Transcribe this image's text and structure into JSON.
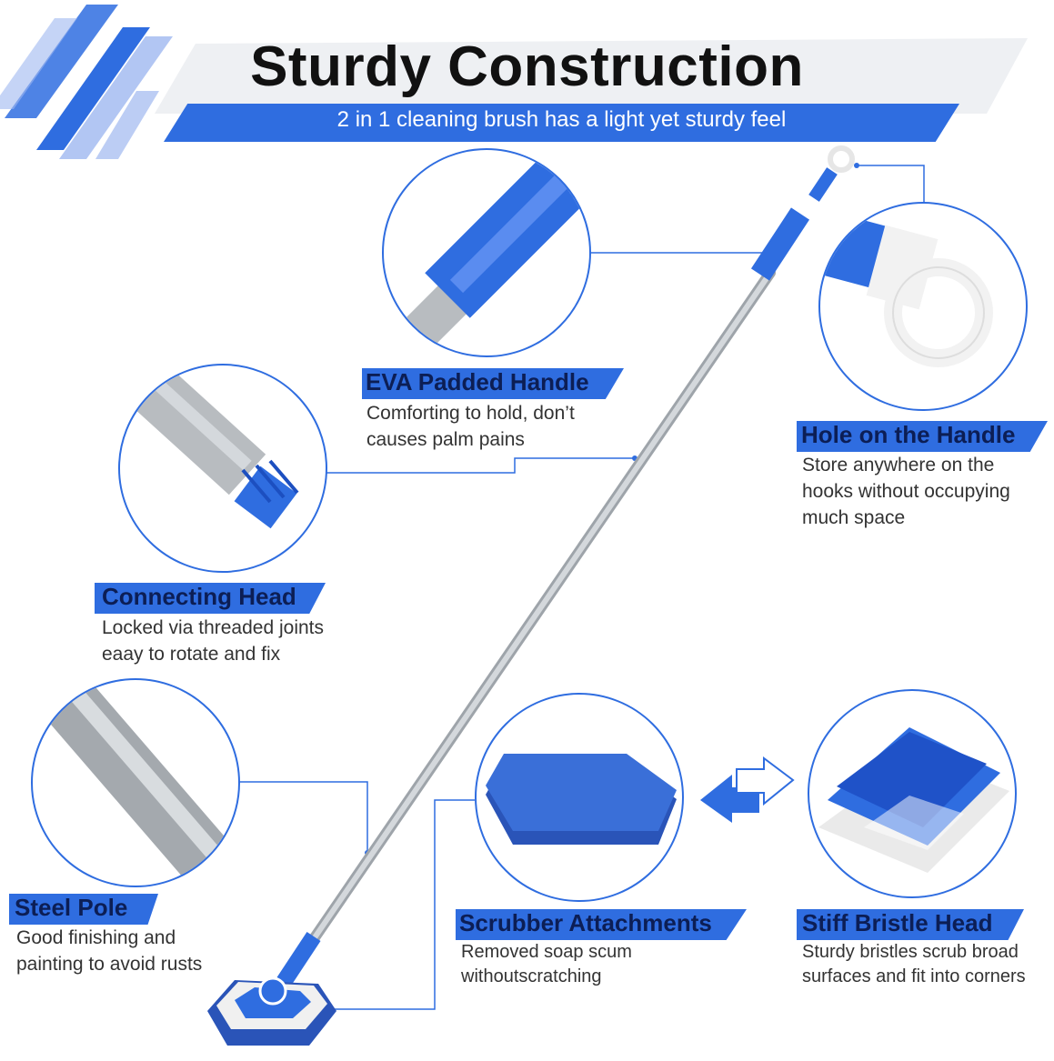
{
  "header": {
    "title": "Sturdy Construction",
    "subtitle": "2 in 1 cleaning brush has a light yet sturdy feel"
  },
  "features": {
    "eva_handle": {
      "label": "EVA Padded Handle",
      "desc_1": "Comforting to hold, don’t",
      "desc_2": "causes palm pains"
    },
    "hole_handle": {
      "label": "Hole on the Handle",
      "desc_1": "Store anywhere on the",
      "desc_2": "hooks without occupying",
      "desc_3": "much space"
    },
    "connecting_head": {
      "label": "Connecting Head",
      "desc_1": "Locked via threaded joints",
      "desc_2": "eaay to rotate and fix"
    },
    "steel_pole": {
      "label": "Steel Pole",
      "desc_1": "Good finishing and",
      "desc_2": "painting to avoid rusts"
    },
    "scrubber": {
      "label": "Scrubber Attachments",
      "desc_1": "Removed soap scum",
      "desc_2": "withoutscratching"
    },
    "bristle_head": {
      "label": "Stiff Bristle Head",
      "desc_1": "Sturdy bristles scrub broad",
      "desc_2": "surfaces and fit into corners"
    }
  },
  "colors": {
    "accent": "#2f6de0",
    "accent_light": "#9fb8f0",
    "pole": "#c4c8cc",
    "label_text": "#0c1e55"
  },
  "icons": [
    "decorative-stripes-icon",
    "swap-arrow-icon"
  ]
}
